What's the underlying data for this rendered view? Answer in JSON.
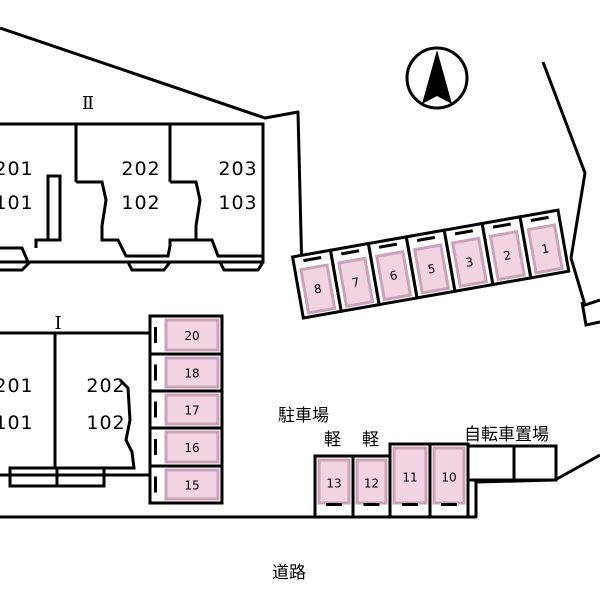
{
  "buildings": {
    "building2": {
      "name": "Ⅱ",
      "units": [
        {
          "upper": "201",
          "lower": "101"
        },
        {
          "upper": "202",
          "lower": "102"
        },
        {
          "upper": "203",
          "lower": "103"
        }
      ]
    },
    "building1": {
      "name": "Ⅰ",
      "units": [
        {
          "upper": "201",
          "lower": "101"
        },
        {
          "upper": "202",
          "lower": "102"
        }
      ]
    }
  },
  "parking": {
    "north_row": [
      "8",
      "7",
      "6",
      "5",
      "3",
      "2",
      "1"
    ],
    "west_column": [
      "20",
      "18",
      "17",
      "16",
      "15"
    ],
    "south_row": [
      "13",
      "12",
      "11",
      "10"
    ]
  },
  "labels": {
    "parking_lot": "駐車場",
    "kei_a": "軽",
    "kei_b": "軽",
    "bicycle_parking": "自転車置場",
    "road": "道路"
  },
  "colors": {
    "slot_fill": "#f2d3e1",
    "slot_border": "#c9a3b8",
    "line": "#000000"
  }
}
